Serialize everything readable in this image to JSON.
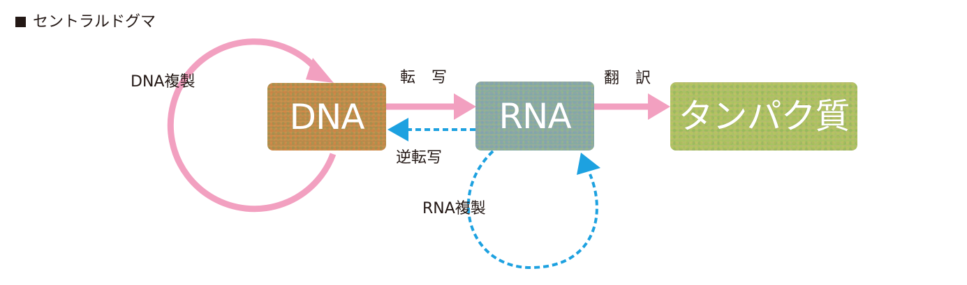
{
  "title": "セントラルドグマ",
  "nodes": {
    "dna": "DNA",
    "rna": "RNA",
    "protein": "タンパク質"
  },
  "edges": {
    "dna_replication": "DNA複製",
    "transcription": "転 写",
    "translation": "翻 訳",
    "reverse_transcription": "逆転写",
    "rna_replication": "RNA複製"
  },
  "colors": {
    "forward_arrow": "#f2a0c0",
    "reverse_arrow": "#1da1e0",
    "dna_box": "#c9924e",
    "rna_box": "#84aca2",
    "protein_box": "#a6c460",
    "text": "#231815"
  }
}
